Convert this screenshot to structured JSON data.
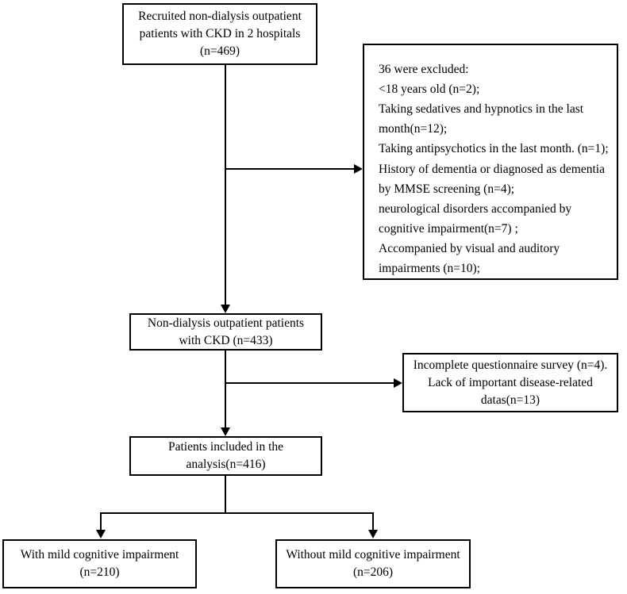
{
  "diagram": {
    "title": "CKD patient enrolment flow diagram",
    "type": "flowchart",
    "boxes": {
      "recruited": {
        "lines": [
          "Recruited non-dialysis outpatient",
          "patients with CKD in 2 hospitals",
          "(n=469)"
        ]
      },
      "excluded": {
        "lines": [
          "36 were excluded:",
          "<18 years old (n=2);",
          "Taking sedatives and hypnotics in the last",
          "month(n=12);",
          "Taking antipsychotics in the last month. (n=1);",
          "History of dementia or diagnosed as dementia",
          "by MMSE screening (n=4);",
          "neurological disorders accompanied by",
          "cognitive impairment(n=7) ;",
          "Accompanied by visual and auditory",
          "impairments (n=10);"
        ]
      },
      "nondialysis": {
        "lines": [
          "Non-dialysis outpatient patients",
          "with CKD (n=433)"
        ]
      },
      "incomplete": {
        "lines": [
          "Incomplete questionnaire survey (n=4).",
          "Lack of important disease-related",
          "datas(n=13)"
        ]
      },
      "analysis": {
        "lines": [
          "Patients included in the",
          "analysis(n=416)"
        ]
      },
      "with_mci": {
        "lines": [
          "With mild cognitive impairment",
          "(n=210)"
        ]
      },
      "without_mci": {
        "lines": [
          "Without mild cognitive impairment",
          "(n=206)"
        ]
      }
    },
    "colors": {
      "stroke": "#000000",
      "fill": "#ffffff",
      "text": "#000000"
    }
  }
}
